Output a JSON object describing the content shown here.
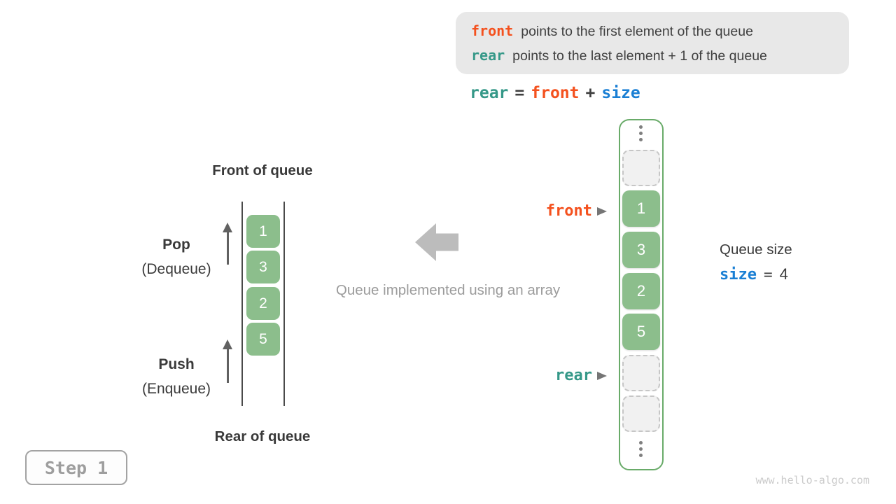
{
  "info_box": {
    "lines": [
      {
        "keyword": "front",
        "text": "points to the first element of the queue"
      },
      {
        "keyword": "rear",
        "text": "points to the last element + 1 of the queue"
      }
    ]
  },
  "equation": {
    "rear": "rear",
    "eq": "=",
    "front": "front",
    "plus": "+",
    "size": "size"
  },
  "queue": {
    "front_label": "Front of queue",
    "rear_label": "Rear of queue",
    "pop": "Pop",
    "pop_sub": "(Dequeue)",
    "push": "Push",
    "push_sub": "(Enqueue)",
    "elements": [
      "1",
      "3",
      "2",
      "5"
    ]
  },
  "caption": "Queue implemented using an array",
  "array": {
    "values": [
      "1",
      "3",
      "2",
      "5"
    ],
    "empty_slot_count": 3,
    "front_pointer": "front",
    "rear_pointer": "rear"
  },
  "size_panel": {
    "title": "Queue size",
    "variable": "size",
    "equals": "=",
    "value": "4"
  },
  "step_label": "Step 1",
  "watermark": "www.hello-algo.com",
  "colors": {
    "front_orange": "#f4511e",
    "rear_teal": "#359888",
    "size_blue": "#1a7fd4",
    "cell_green": "#8cbe8c",
    "array_border_green": "#69ab69",
    "info_box_bg": "#e8e8e8"
  }
}
